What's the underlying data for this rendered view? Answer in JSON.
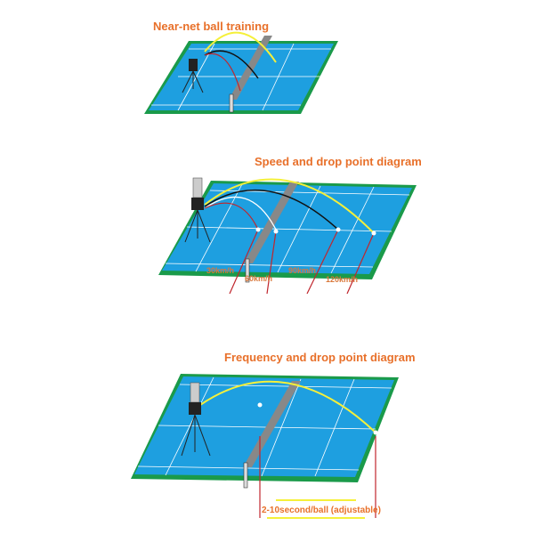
{
  "diagrams": [
    {
      "title": "Near-net ball training"
    },
    {
      "title": "Speed and drop point diagram",
      "speed_labels": [
        "30km/h",
        "60km/h",
        "90km/h",
        "120km/h"
      ]
    },
    {
      "title": "Frequency and drop point diagram",
      "frequency_label": "2-10second/ball (adjustable)"
    }
  ],
  "colors": {
    "court": "#1e9fe0",
    "border": "#1a9a4a",
    "title": "#e8702a",
    "trajectory_yellow": "#f5f03a",
    "trajectory_black": "#111111",
    "drop_line": "#c0262d"
  }
}
